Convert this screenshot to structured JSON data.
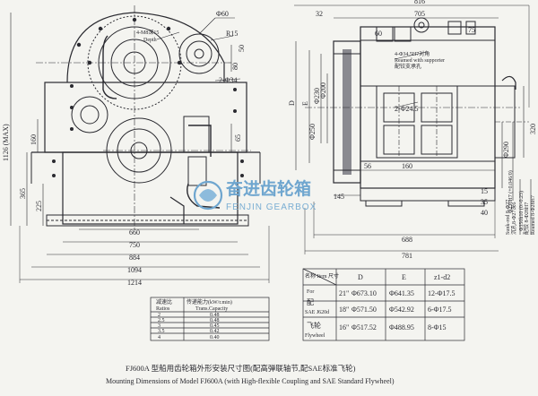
{
  "front_view": {
    "dims_horizontal": [
      "660",
      "750",
      "884",
      "1094",
      "1214"
    ],
    "dims_vertical": [
      "1126 (MAX)",
      "160",
      "365",
      "225"
    ],
    "callouts": [
      "Φ60",
      "R15",
      "4-M8深15",
      "Depth",
      "80",
      "50",
      "2-Φ34",
      "65"
    ]
  },
  "side_view": {
    "dims_top": [
      "816",
      "705",
      "32",
      "60",
      "75"
    ],
    "dims_left": [
      "D",
      "E",
      "Φ230",
      "Φ200",
      "Φ250"
    ],
    "dims_bottom": [
      "145",
      "56",
      "160",
      "15",
      "35",
      "40",
      "688",
      "781"
    ],
    "dims_right": [
      "Φ290",
      "320",
      "Φ230H7 (+0.046/0)",
      "Φ350h10 (0/-0.23)"
    ],
    "notes": [
      "4-Φ34.5H7对角",
      "Reamed with supporter",
      "配铰支承孔",
      "2-Φ24.5"
    ],
    "flywheel_notes": [
      "Sunk-rod 8-Φ27",
      "Reamed 8-Φ28H7",
      "沉孔8-Φ27深6",
      "配铰 8-Φ28H7"
    ]
  },
  "ratio_table": {
    "header_cn": "减速比",
    "header_en": "Ratios",
    "header2_cn": "传递能力(kW/r.min)",
    "header2_en": "Trans.Capacity",
    "rows": [
      {
        "ratio": "2",
        "cap": "0.48"
      },
      {
        "ratio": "2.5",
        "cap": "0.48"
      },
      {
        "ratio": "3",
        "cap": "0.45"
      },
      {
        "ratio": "3.5",
        "cap": "0.42"
      },
      {
        "ratio": "4",
        "cap": "0.40"
      }
    ]
  },
  "flywheel_table": {
    "col_headers": [
      "名称 Item 尺寸",
      "D",
      "E",
      "z1-d2"
    ],
    "row_label_cn": "配",
    "row_label_code": "SAE J620d",
    "row_label_cn2": "飞轮",
    "row_label_en": "Flywheel",
    "row_label_top": "For",
    "rows": [
      {
        "size": "21\"",
        "D": "Φ673.10",
        "E": "Φ641.35",
        "z": "12-Φ17.5"
      },
      {
        "size": "18\"",
        "D": "Φ571.50",
        "E": "Φ542.92",
        "z": "6-Φ17.5"
      },
      {
        "size": "16\"",
        "D": "Φ517.52",
        "E": "Φ488.95",
        "z": "8-Φ15"
      }
    ]
  },
  "watermark": {
    "text_cn": "奋进齿轮箱",
    "text_en": "FENJIN GEARBOX"
  },
  "caption": {
    "line1": "FJ600A 型船用齿轮箱外形安装尺寸图(配高弹联轴节,配SAE标准飞轮)",
    "line2": "Mounting Dimensions of Model  FJ600A  (with High-flexible Coupling and SAE Standard Flywheel)"
  },
  "colors": {
    "ink": "#2a2a30",
    "paper": "#f4f4f0",
    "watermark": "#6fa6cf"
  }
}
